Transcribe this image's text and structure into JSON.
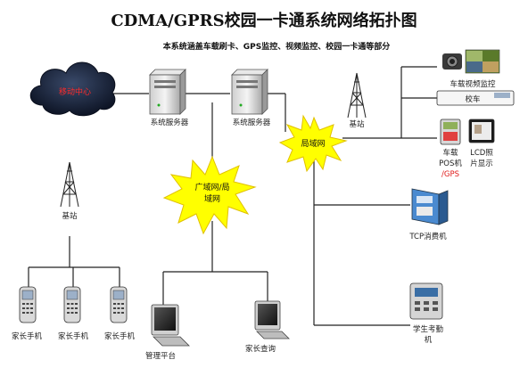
{
  "title": "CDMA/GPRS校园一卡通系统网络拓扑图",
  "subtitle": "本系统涵盖车载刷卡、GPS监控、视频监控、校园一卡通等部分",
  "cloud": {
    "label": "移动中心"
  },
  "server1": {
    "label": "系统服务器"
  },
  "server2": {
    "label": "系统服务器"
  },
  "tower_left": {
    "label": "基站"
  },
  "tower_right": {
    "label": "基站"
  },
  "burst_wan": {
    "line1": "广域网/局",
    "line2": "域网"
  },
  "burst_lan": {
    "label": "局域网"
  },
  "phones": [
    {
      "label": "家长手机"
    },
    {
      "label": "家长手机"
    },
    {
      "label": "家长手机"
    }
  ],
  "terminals": [
    {
      "label": "管理平台"
    },
    {
      "label": "家长查询"
    }
  ],
  "right_devices": {
    "video": {
      "label": "车载视频监控"
    },
    "bus": {
      "label": "校车"
    },
    "pos": {
      "line1": "车载",
      "line2": "POS机",
      "line3": "/GPS"
    },
    "lcd": {
      "line1": "LCD照",
      "line2": "片显示"
    },
    "tcp": {
      "label": "TCP消费机"
    },
    "attendance": {
      "line1": "学生考勤",
      "line2": "机"
    }
  },
  "colors": {
    "burst": "#ffff00",
    "cloud": "#1a2540",
    "accent": "#e01a1a"
  }
}
